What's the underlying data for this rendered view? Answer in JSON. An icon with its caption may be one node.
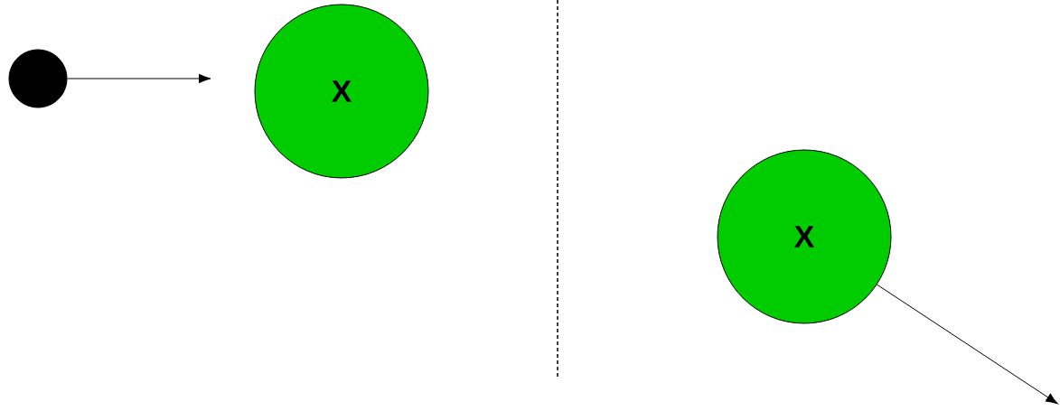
{
  "diagram": {
    "nodes": [
      {
        "text": [],
        "shape": "circle"
      },
      {
        "text": [
          "X"
        ]
      },
      {
        "text": [
          "X"
        ]
      }
    ],
    "edges": [
      {
        "from": 0,
        "to": null,
        "arrow": "to"
      },
      {
        "from": 2,
        "to": null,
        "arrow": "to"
      }
    ]
  }
}
